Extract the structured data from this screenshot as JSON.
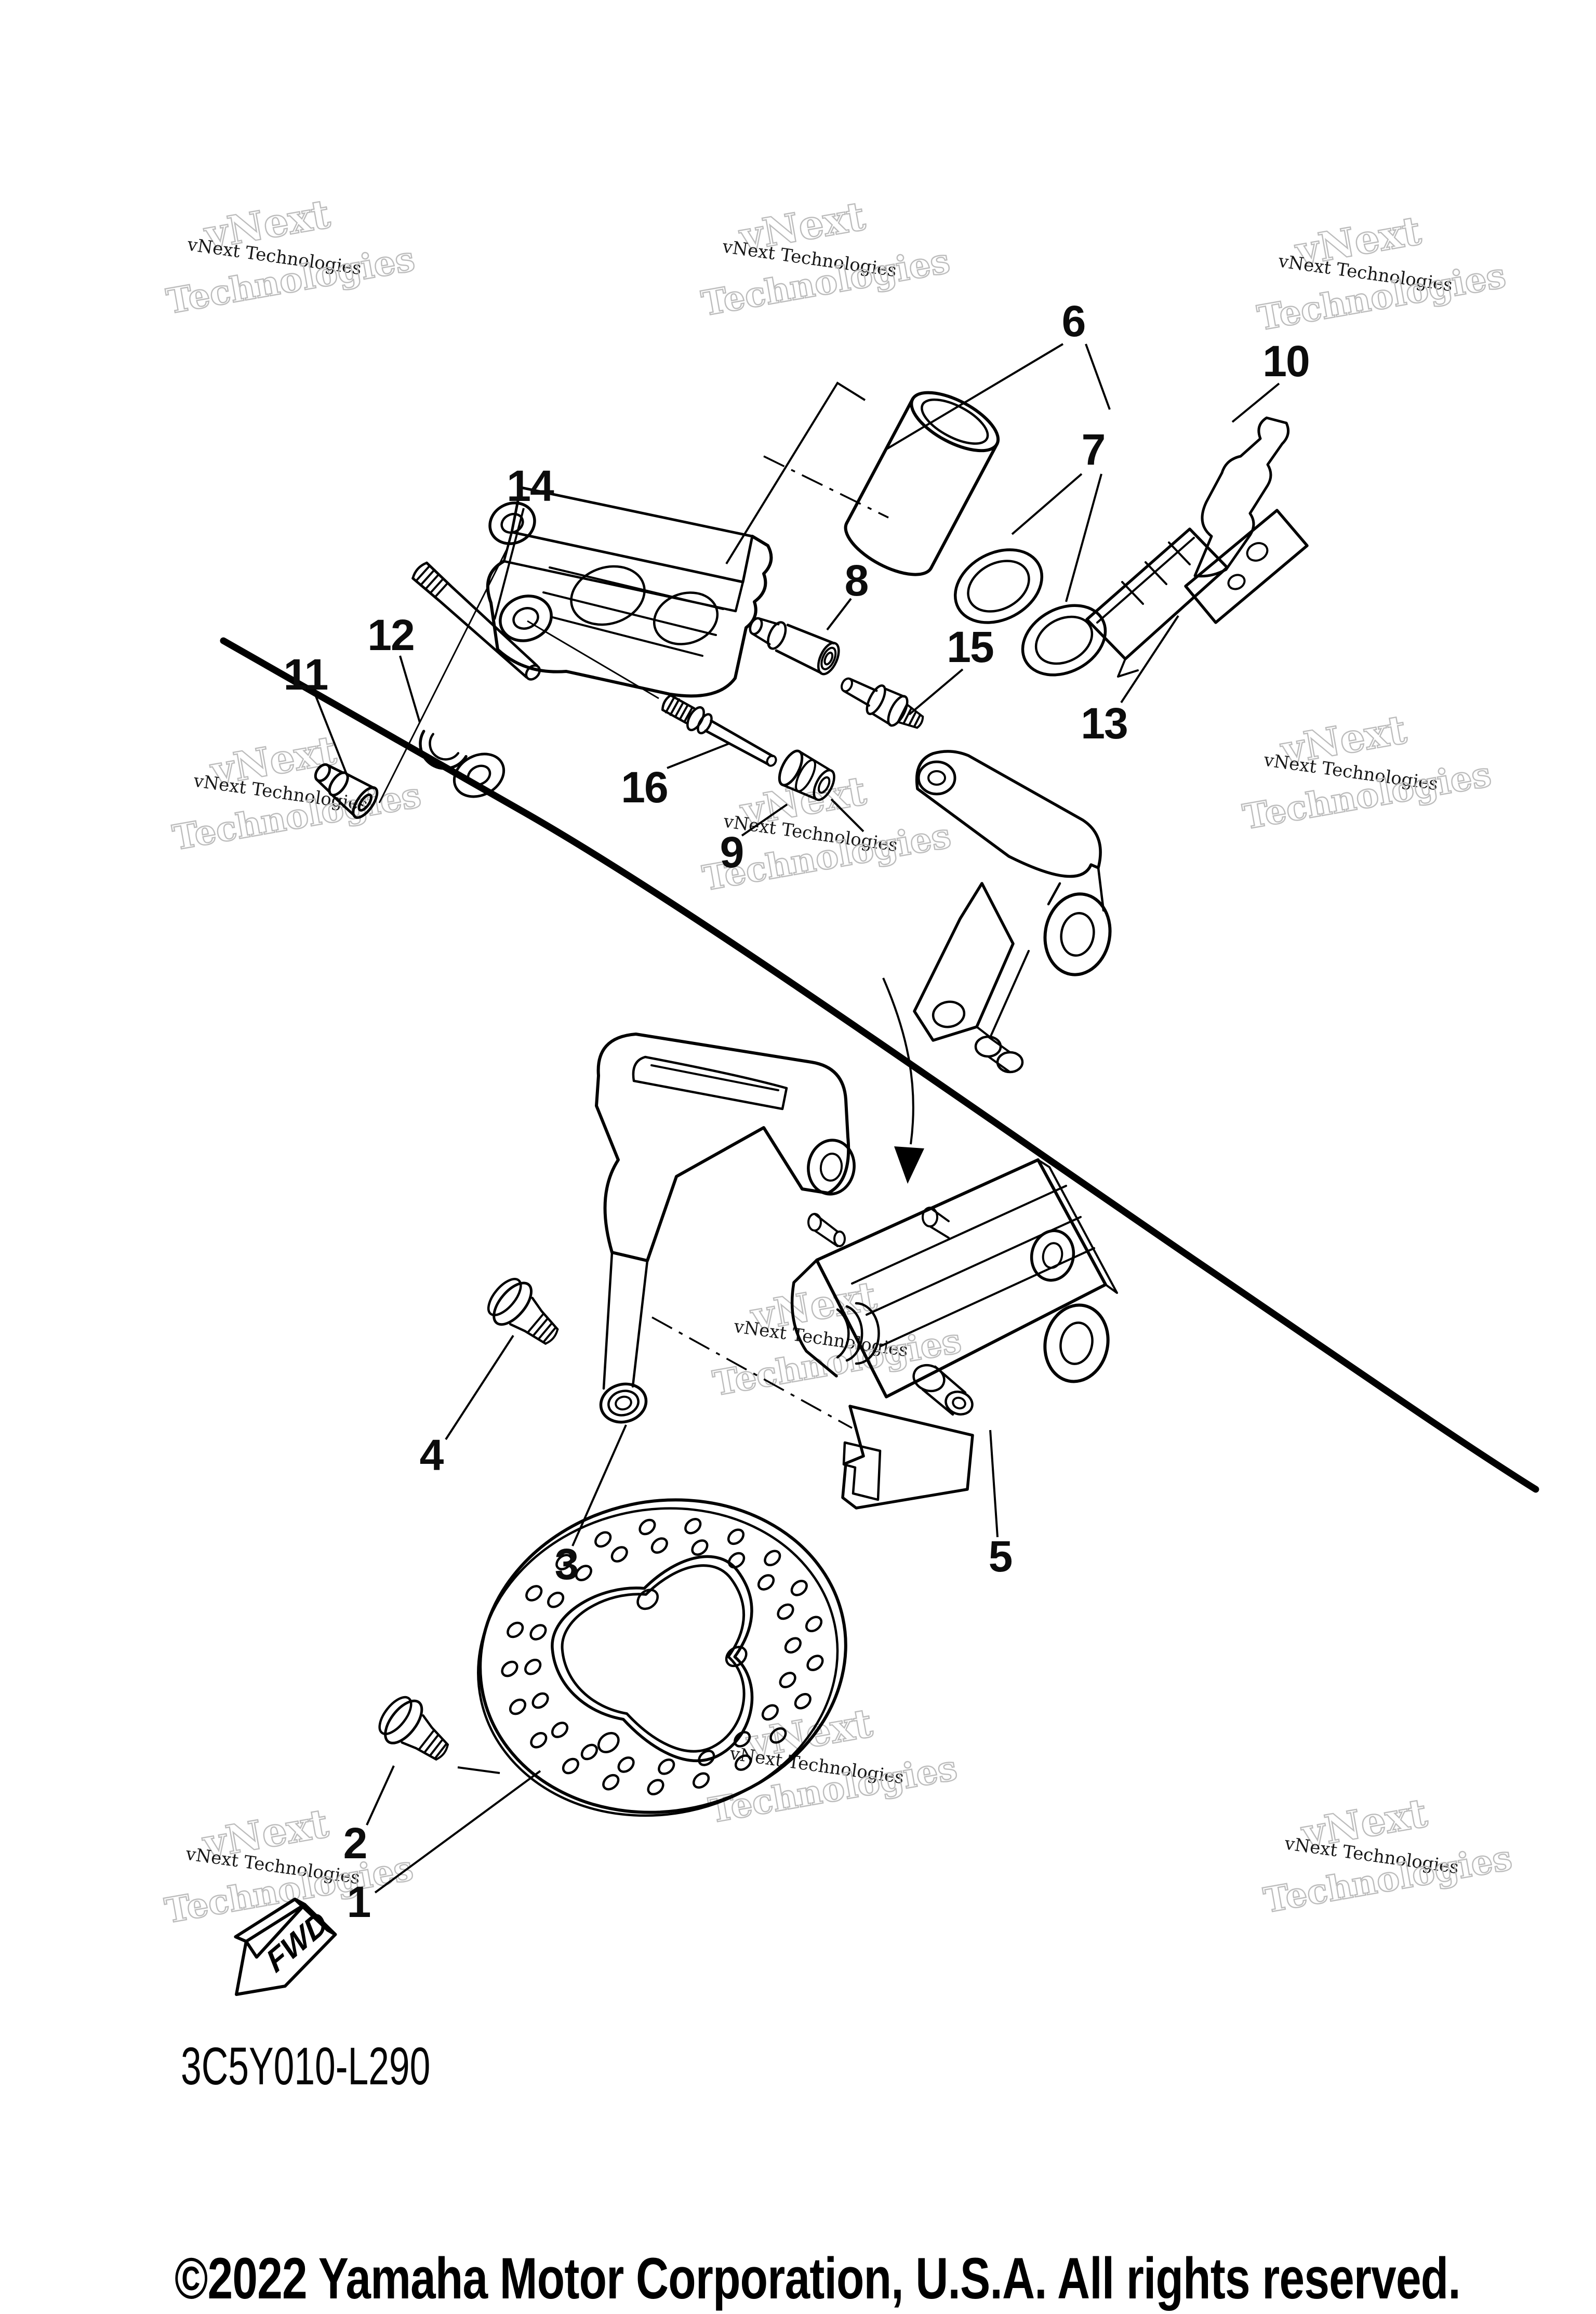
{
  "diagram": {
    "code": "3C5Y010-L290",
    "fwd": "FWD",
    "copyright": "©2022 Yamaha Motor Corporation, U.S.A. All rights reserved.",
    "watermark": {
      "word1": "vNext",
      "word2": "Technologies",
      "full": "vNext Technologies"
    },
    "callouts": [
      {
        "ref": "1"
      },
      {
        "ref": "2"
      },
      {
        "ref": "3"
      },
      {
        "ref": "4"
      },
      {
        "ref": "5"
      },
      {
        "ref": "6"
      },
      {
        "ref": "7"
      },
      {
        "ref": "8"
      },
      {
        "ref": "9"
      },
      {
        "ref": "10"
      },
      {
        "ref": "11"
      },
      {
        "ref": "12"
      },
      {
        "ref": "13"
      },
      {
        "ref": "14"
      },
      {
        "ref": "15"
      },
      {
        "ref": "16"
      }
    ]
  }
}
